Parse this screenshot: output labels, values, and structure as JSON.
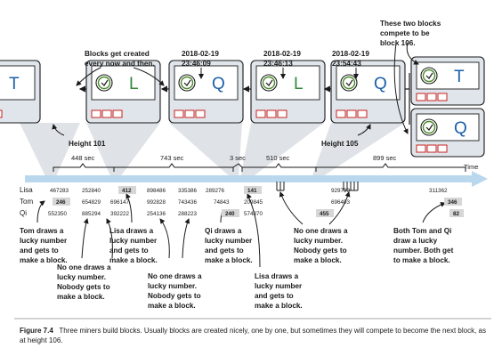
{
  "blocks": [
    {
      "letter": "T",
      "color": "#1a5fa8"
    },
    {
      "letter": "L",
      "color": "#2f8a3a"
    },
    {
      "letter": "Q",
      "color": "#1a5fa8"
    },
    {
      "letter": "L",
      "color": "#2f8a3a"
    },
    {
      "letter": "Q",
      "color": "#1a5fa8"
    },
    {
      "letter": "T",
      "color": "#1a5fa8"
    },
    {
      "letter": "Q",
      "color": "#1a5fa8"
    }
  ],
  "top_annotations": {
    "blocks_created": [
      "Blocks get created",
      "every now and then."
    ],
    "ts1": [
      "2018-02-19",
      "23:46:09"
    ],
    "ts2": [
      "2018-02-19",
      "23:46:13"
    ],
    "ts3": [
      "2018-02-19",
      "23:54:43"
    ],
    "compete": [
      "These two blocks",
      "compete to be",
      "block 106."
    ]
  },
  "heights": {
    "h101": "Height 101",
    "h105": "Height 105"
  },
  "durations": [
    "448 sec",
    "743 sec",
    "3 sec",
    "510 sec",
    "899 sec"
  ],
  "time_label": "Time",
  "rows": {
    "lisa": {
      "name": "Lisa",
      "values": [
        "467283",
        "252840",
        "412",
        "898486",
        "335386",
        "289276",
        "141",
        "929799",
        "311362"
      ]
    },
    "tom": {
      "name": "Tom",
      "values": [
        "246",
        "654829",
        "696147",
        "992828",
        "743436",
        "74843",
        "209845",
        "696403",
        "346"
      ]
    },
    "qi": {
      "name": "Qi",
      "values": [
        "552350",
        "885294",
        "392222",
        "254136",
        "288223",
        "240",
        "574870",
        "455",
        "82"
      ]
    }
  },
  "bottom_annotations": {
    "tom_lucky": [
      "Tom draws a",
      "lucky number",
      "and gets to",
      "make a block."
    ],
    "noone1": [
      "No one draws a",
      "lucky number.",
      "Nobody gets to",
      "make a block."
    ],
    "lisa_lucky1": [
      "Lisa draws a",
      "lucky number",
      "and gets to",
      "make a block."
    ],
    "noone2": [
      "No one draws a",
      "lucky number.",
      "Nobody gets to",
      "make a block."
    ],
    "qi_lucky": [
      "Qi draws a",
      "lucky number",
      "and gets to",
      "make a block."
    ],
    "lisa_lucky2": [
      "Lisa draws a",
      "lucky number",
      "and gets to",
      "make a block."
    ],
    "noone3": [
      "No one draws a",
      "lucky number.",
      "Nobody gets to",
      "make a block."
    ],
    "both": [
      "Both Tom and Qi",
      "draw a lucky",
      "number. Both get",
      "to make a block."
    ]
  },
  "caption": {
    "label": "Figure 7.4",
    "text": "Three miners build blocks. Usually blocks are created nicely, one by one, but sometimes they will compete to become the next block, as at height 106."
  }
}
